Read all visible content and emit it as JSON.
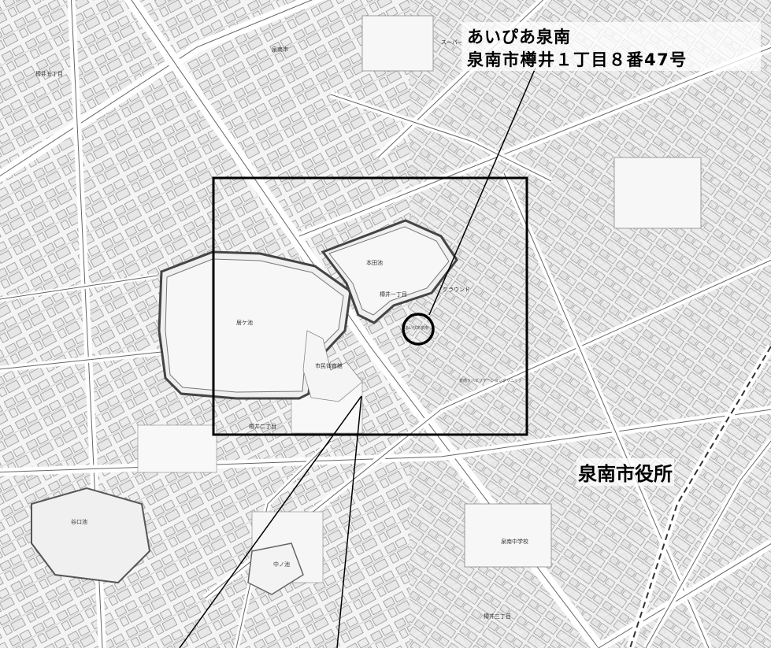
{
  "callout": {
    "facility_name": "あいぴあ泉南",
    "address": "泉南市樽井１丁目８番47号"
  },
  "landmarks": {
    "city_hall": "泉南市役所",
    "facility_on_map": "あいぴあ泉南",
    "pond_honden": "本田池",
    "pond_ga": "居ケ池",
    "pond_taniguchi": "谷口池",
    "pond_naka": "中ノ池",
    "library": "市民体育館",
    "ground": "グラウンド",
    "district_1": "樽井一丁目",
    "district_2": "樽井二丁目",
    "district_3": "樽井三丁目",
    "district_top": "樽井五丁目",
    "school": "泉南中学校",
    "clinic": "泉南リハビリテーションクリニック",
    "shop": "スーパー",
    "pref": "泉南市"
  },
  "colors": {
    "map_background": "#f4f4f4",
    "road": "#ffffff",
    "building": "#e6e6e6",
    "line": "#555555",
    "frame": "#000000"
  },
  "icons": [
    "location-circle-marker",
    "leader-line"
  ]
}
